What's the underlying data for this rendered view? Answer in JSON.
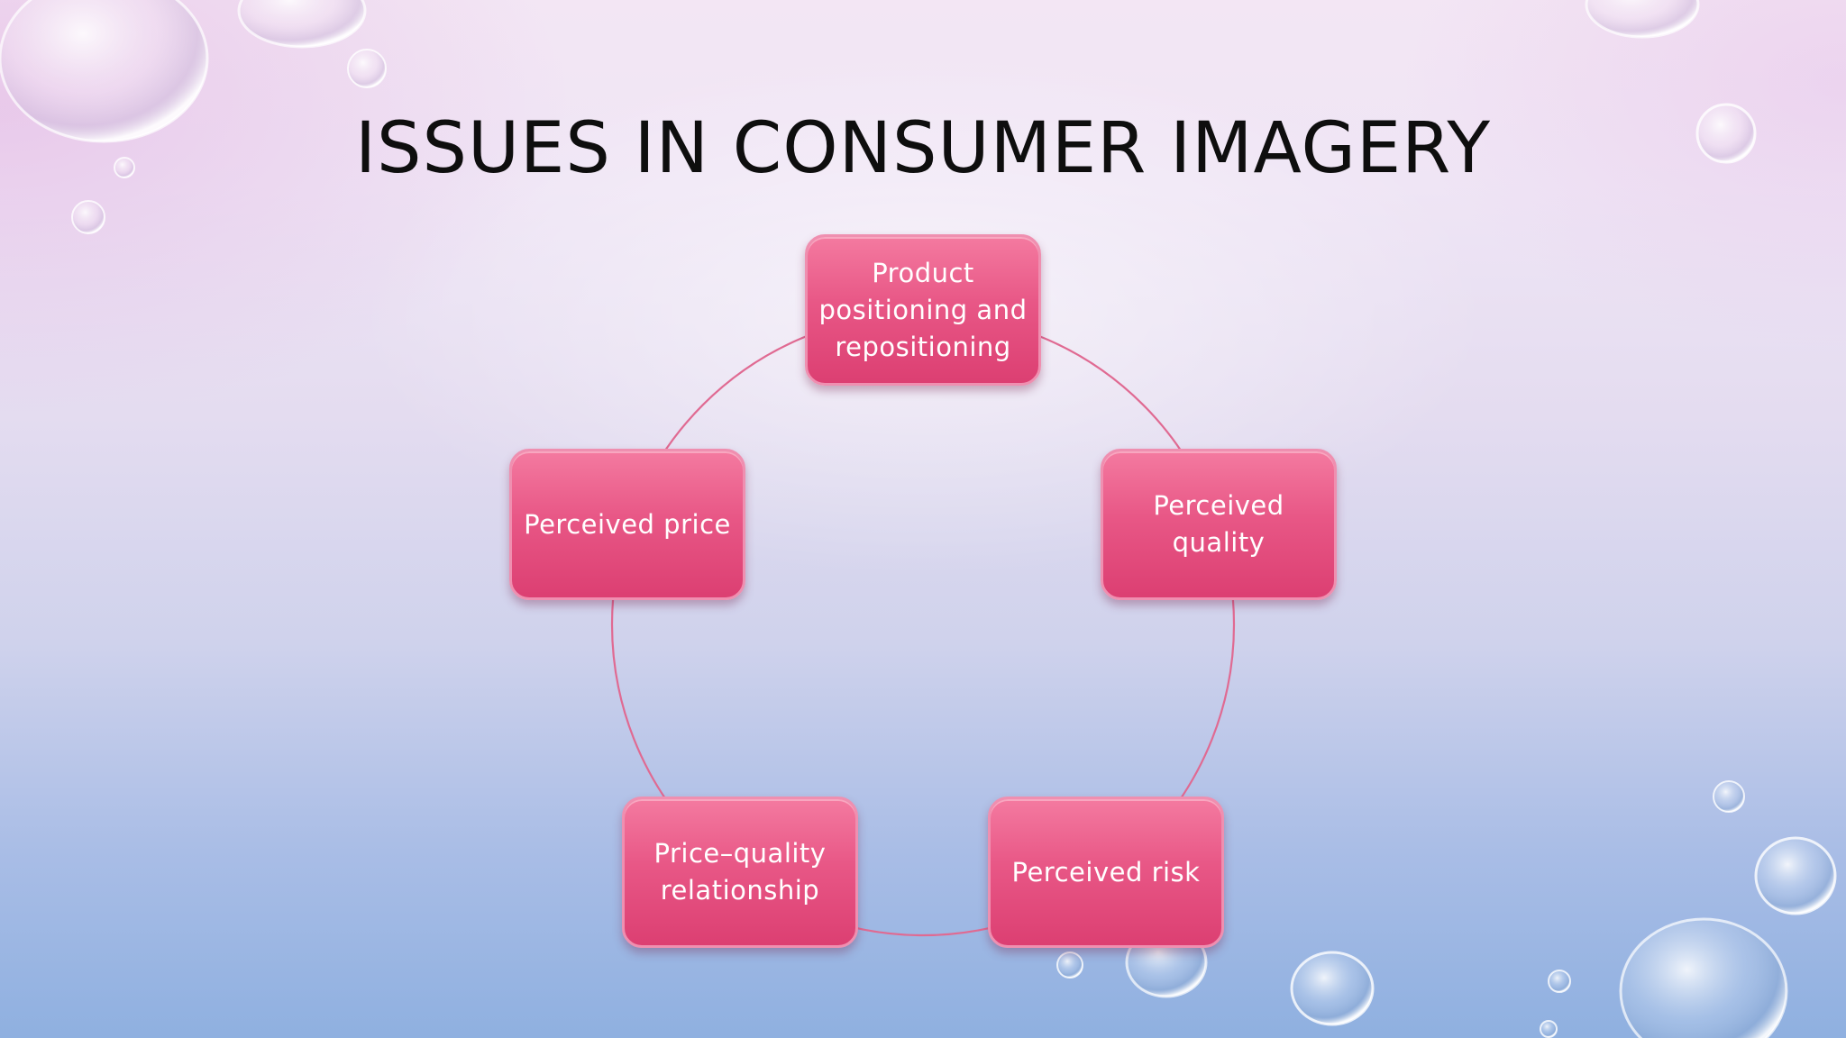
{
  "slide": {
    "title": "ISSUES IN CONSUMER IMAGERY"
  },
  "diagram": {
    "type": "cycle",
    "nodes": [
      {
        "label": "Product\npositioning and\nrepositioning"
      },
      {
        "label": "Perceived\nquality"
      },
      {
        "label": "Perceived risk"
      },
      {
        "label": "Price–quality\nrelationship"
      },
      {
        "label": "Perceived price"
      }
    ]
  },
  "colors": {
    "node_fill": "#e85786",
    "node_border": "#ef8fb0",
    "connector": "#e06a92",
    "title_text": "#0e0e0e",
    "background_top": "#f3e6f4",
    "background_bottom": "#8fb0e0"
  }
}
